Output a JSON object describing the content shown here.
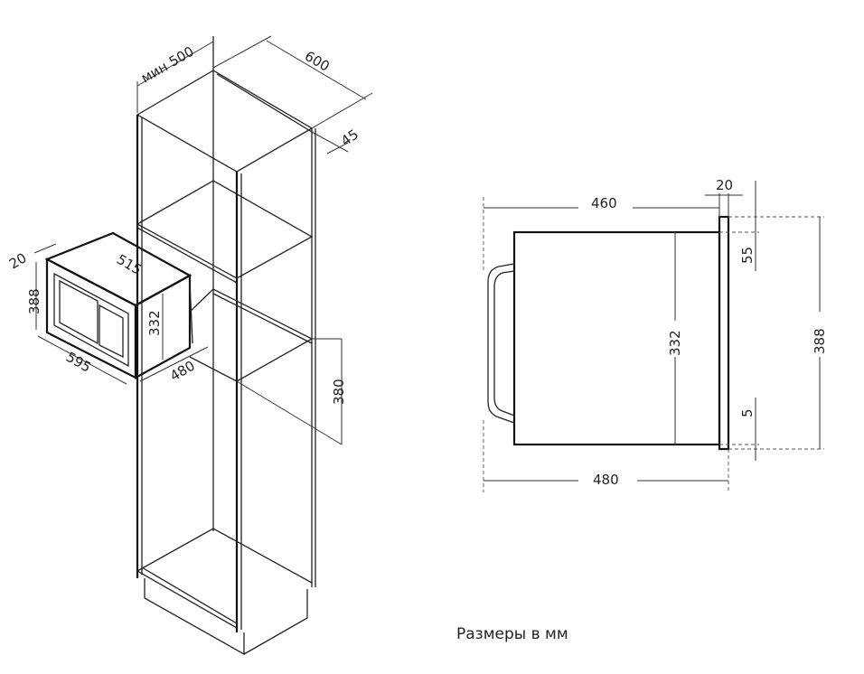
{
  "iso_view": {
    "labels": {
      "min_width": "мин 500",
      "depth_cabinet": "600",
      "gap": "45",
      "frame_thickness": "20",
      "body_width": "515",
      "frame_height": "388",
      "body_height": "332",
      "frame_width": "595",
      "body_depth": "480",
      "niche_height": "380"
    }
  },
  "side_view": {
    "labels": {
      "top_depth": "460",
      "frame_thickness": "20",
      "top_offset": "55",
      "body_height": "332",
      "frame_height": "388",
      "bottom_offset": "5",
      "total_depth": "480"
    }
  },
  "caption": "Размеры в мм"
}
